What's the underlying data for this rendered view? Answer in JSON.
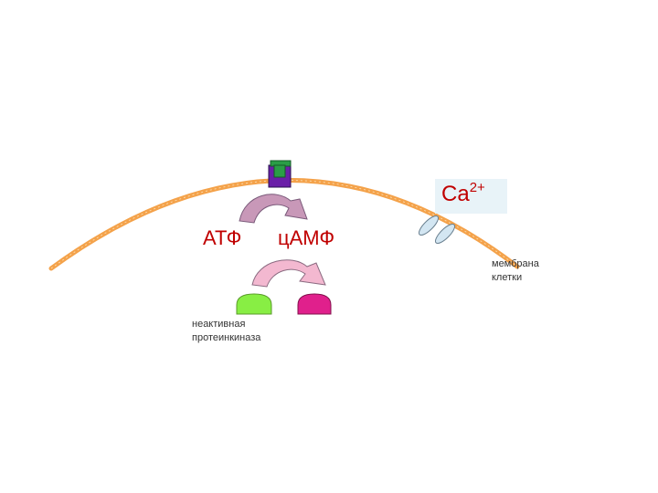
{
  "labels": {
    "atp": "АТФ",
    "camp": "цАМФ",
    "calcium_ion": "Ca",
    "calcium_charge": "2+",
    "membrane_line1": "мембрана",
    "membrane_line2": "клетки",
    "kinase_line1": "неактивная",
    "kinase_line2": "протеинкиназа"
  },
  "colors": {
    "membrane": "#f4a24a",
    "receptor_outer": "#6a1fa8",
    "receptor_top": "#2a9e46",
    "label_text": "#c00000",
    "arrow_1": "#c898b8",
    "arrow_2": "#f3b8d0",
    "kinase_inactive": "#88ee44",
    "kinase_active": "#e0208c",
    "channel": "#d3e6f2",
    "ion_box": "#e8f3f8"
  }
}
